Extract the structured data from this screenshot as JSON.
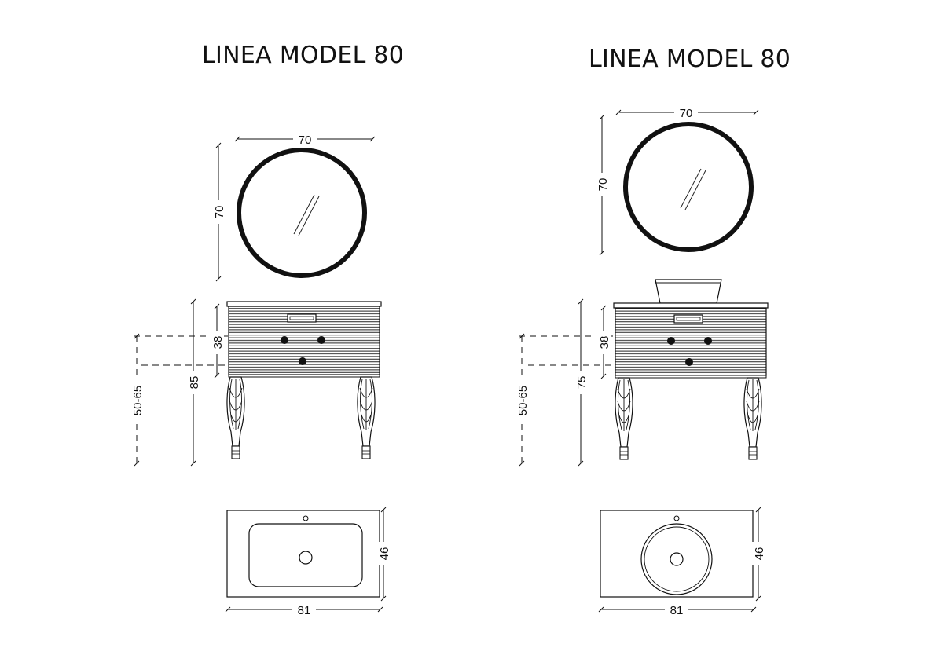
{
  "left": {
    "title": "LINEA MODEL 80",
    "mirror_width": "70",
    "mirror_height": "70",
    "drawer_height": "38",
    "total_height": "85",
    "basin_height": "50-65",
    "top_width": "81",
    "top_depth": "46"
  },
  "right": {
    "title": "LINEA MODEL 80",
    "mirror_width": "70",
    "mirror_height": "70",
    "drawer_height": "38",
    "total_height": "75",
    "basin_height": "50-65",
    "top_width": "81",
    "top_depth": "46"
  },
  "colors": {
    "line": "#111111",
    "paper": "#ffffff"
  }
}
